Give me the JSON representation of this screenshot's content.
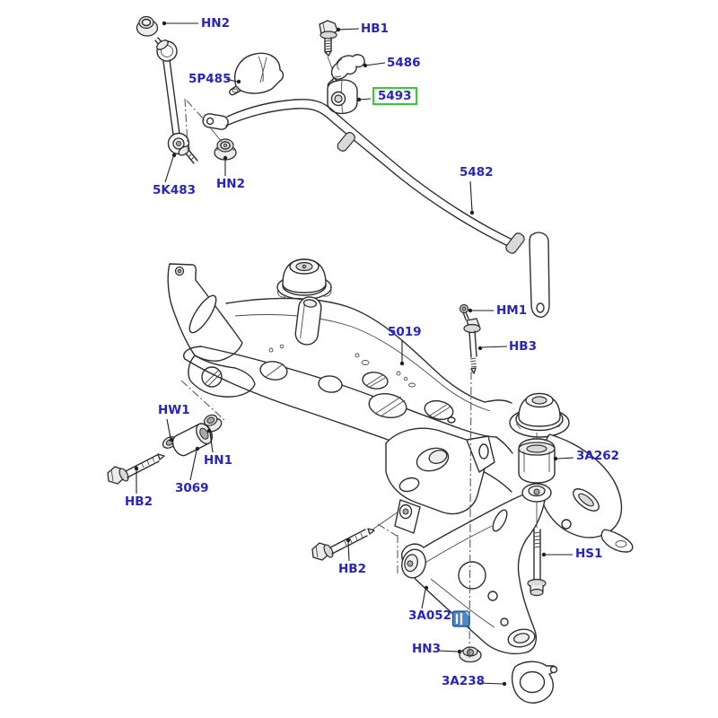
{
  "diagram": {
    "type": "exploded-parts-diagram",
    "subject": "front-subframe-and-stabilizer-assembly",
    "colors": {
      "background": "#ffffff",
      "label_text": "#2626bd",
      "line_art": "#2e2e2e",
      "highlight_box_border": "#35cb35",
      "note_icon_fill": "#4d87c7"
    },
    "highlighted_part": "5493",
    "note_icon_name": "part-note-icon",
    "labels": [
      {
        "id": "hn2-top",
        "text": "HN2"
      },
      {
        "id": "hb1",
        "text": "HB1"
      },
      {
        "id": "5486",
        "text": "5486"
      },
      {
        "id": "5p485",
        "text": "5P485"
      },
      {
        "id": "5493",
        "text": "5493"
      },
      {
        "id": "5482",
        "text": "5482"
      },
      {
        "id": "5k483",
        "text": "5K483"
      },
      {
        "id": "hn2-lower",
        "text": "HN2"
      },
      {
        "id": "5019",
        "text": "5019"
      },
      {
        "id": "hm1",
        "text": "HM1"
      },
      {
        "id": "hb3",
        "text": "HB3"
      },
      {
        "id": "hw1",
        "text": "HW1"
      },
      {
        "id": "hn1",
        "text": "HN1"
      },
      {
        "id": "3069",
        "text": "3069"
      },
      {
        "id": "hb2-left",
        "text": "HB2"
      },
      {
        "id": "3a262",
        "text": "3A262"
      },
      {
        "id": "hb2-center",
        "text": "HB2"
      },
      {
        "id": "hs1",
        "text": "HS1"
      },
      {
        "id": "3a052",
        "text": "3A052"
      },
      {
        "id": "hn3",
        "text": "HN3"
      },
      {
        "id": "3a238",
        "text": "3A238"
      }
    ]
  }
}
